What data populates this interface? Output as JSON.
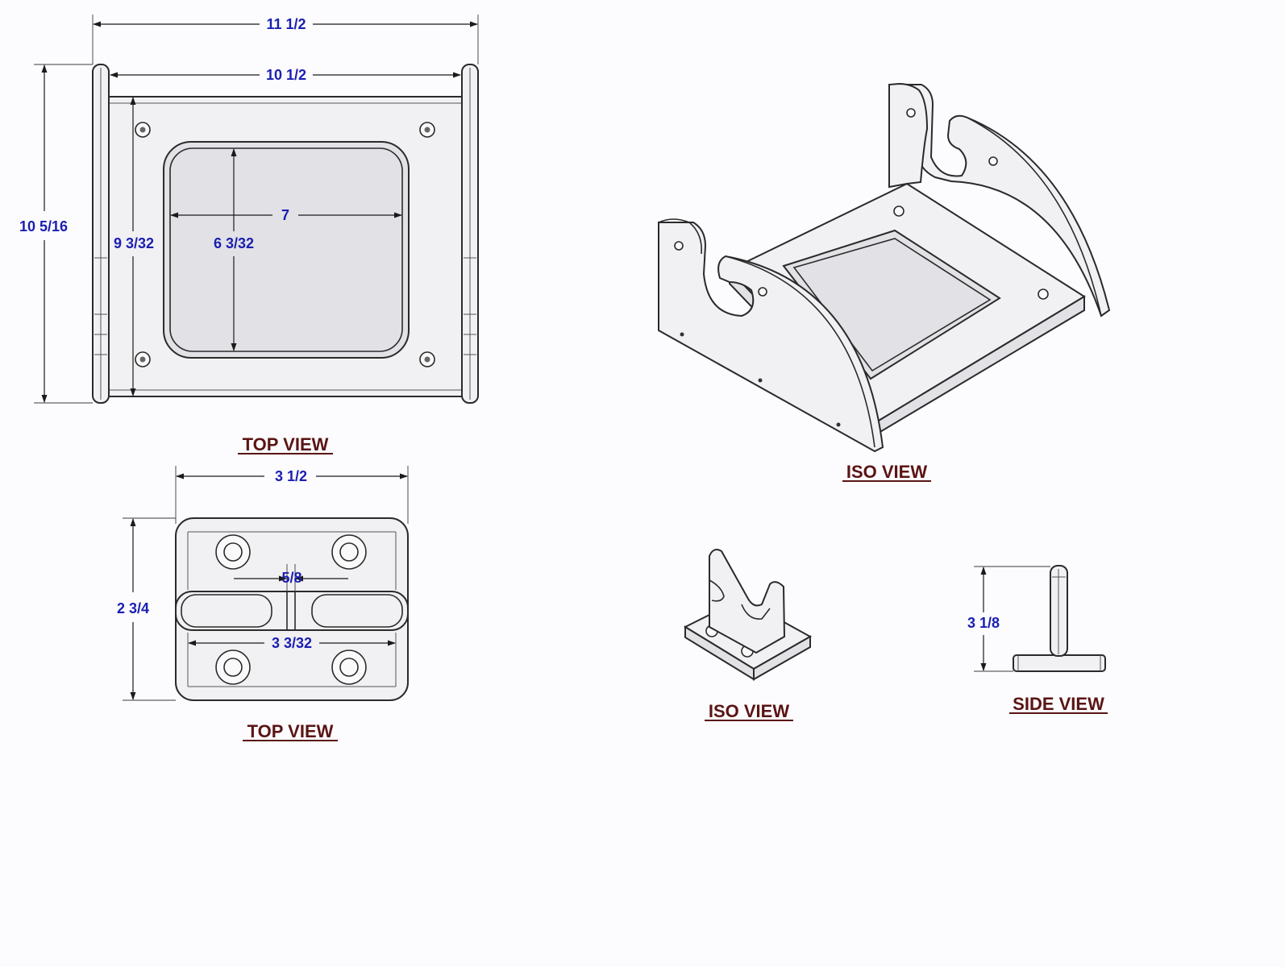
{
  "views": {
    "top_view_1": {
      "label": "TOP VIEW"
    },
    "iso_view_1": {
      "label": "ISO VIEW"
    },
    "top_view_2": {
      "label": "TOP VIEW"
    },
    "iso_view_2": {
      "label": "ISO VIEW"
    },
    "side_view": {
      "label": "SIDE VIEW"
    }
  },
  "dimensions": {
    "overall_width": "11 1/2",
    "inner_width": "10 1/2",
    "overall_depth": "10 5/16",
    "inner_depth": "9 3/32",
    "opening_width": "7",
    "opening_depth": "6 3/32",
    "bracket_width": "3 1/2",
    "bracket_depth": "2 3/4",
    "slot_width": "5/8",
    "base_width": "3 3/32",
    "bracket_height": "3 1/8"
  },
  "colors": {
    "dimension_text": "#1a1fb0",
    "view_label_text": "#5a1414",
    "part_fill": "#f1f0f3",
    "outline": "#2a2a2a",
    "background": "#fcfbfd"
  }
}
